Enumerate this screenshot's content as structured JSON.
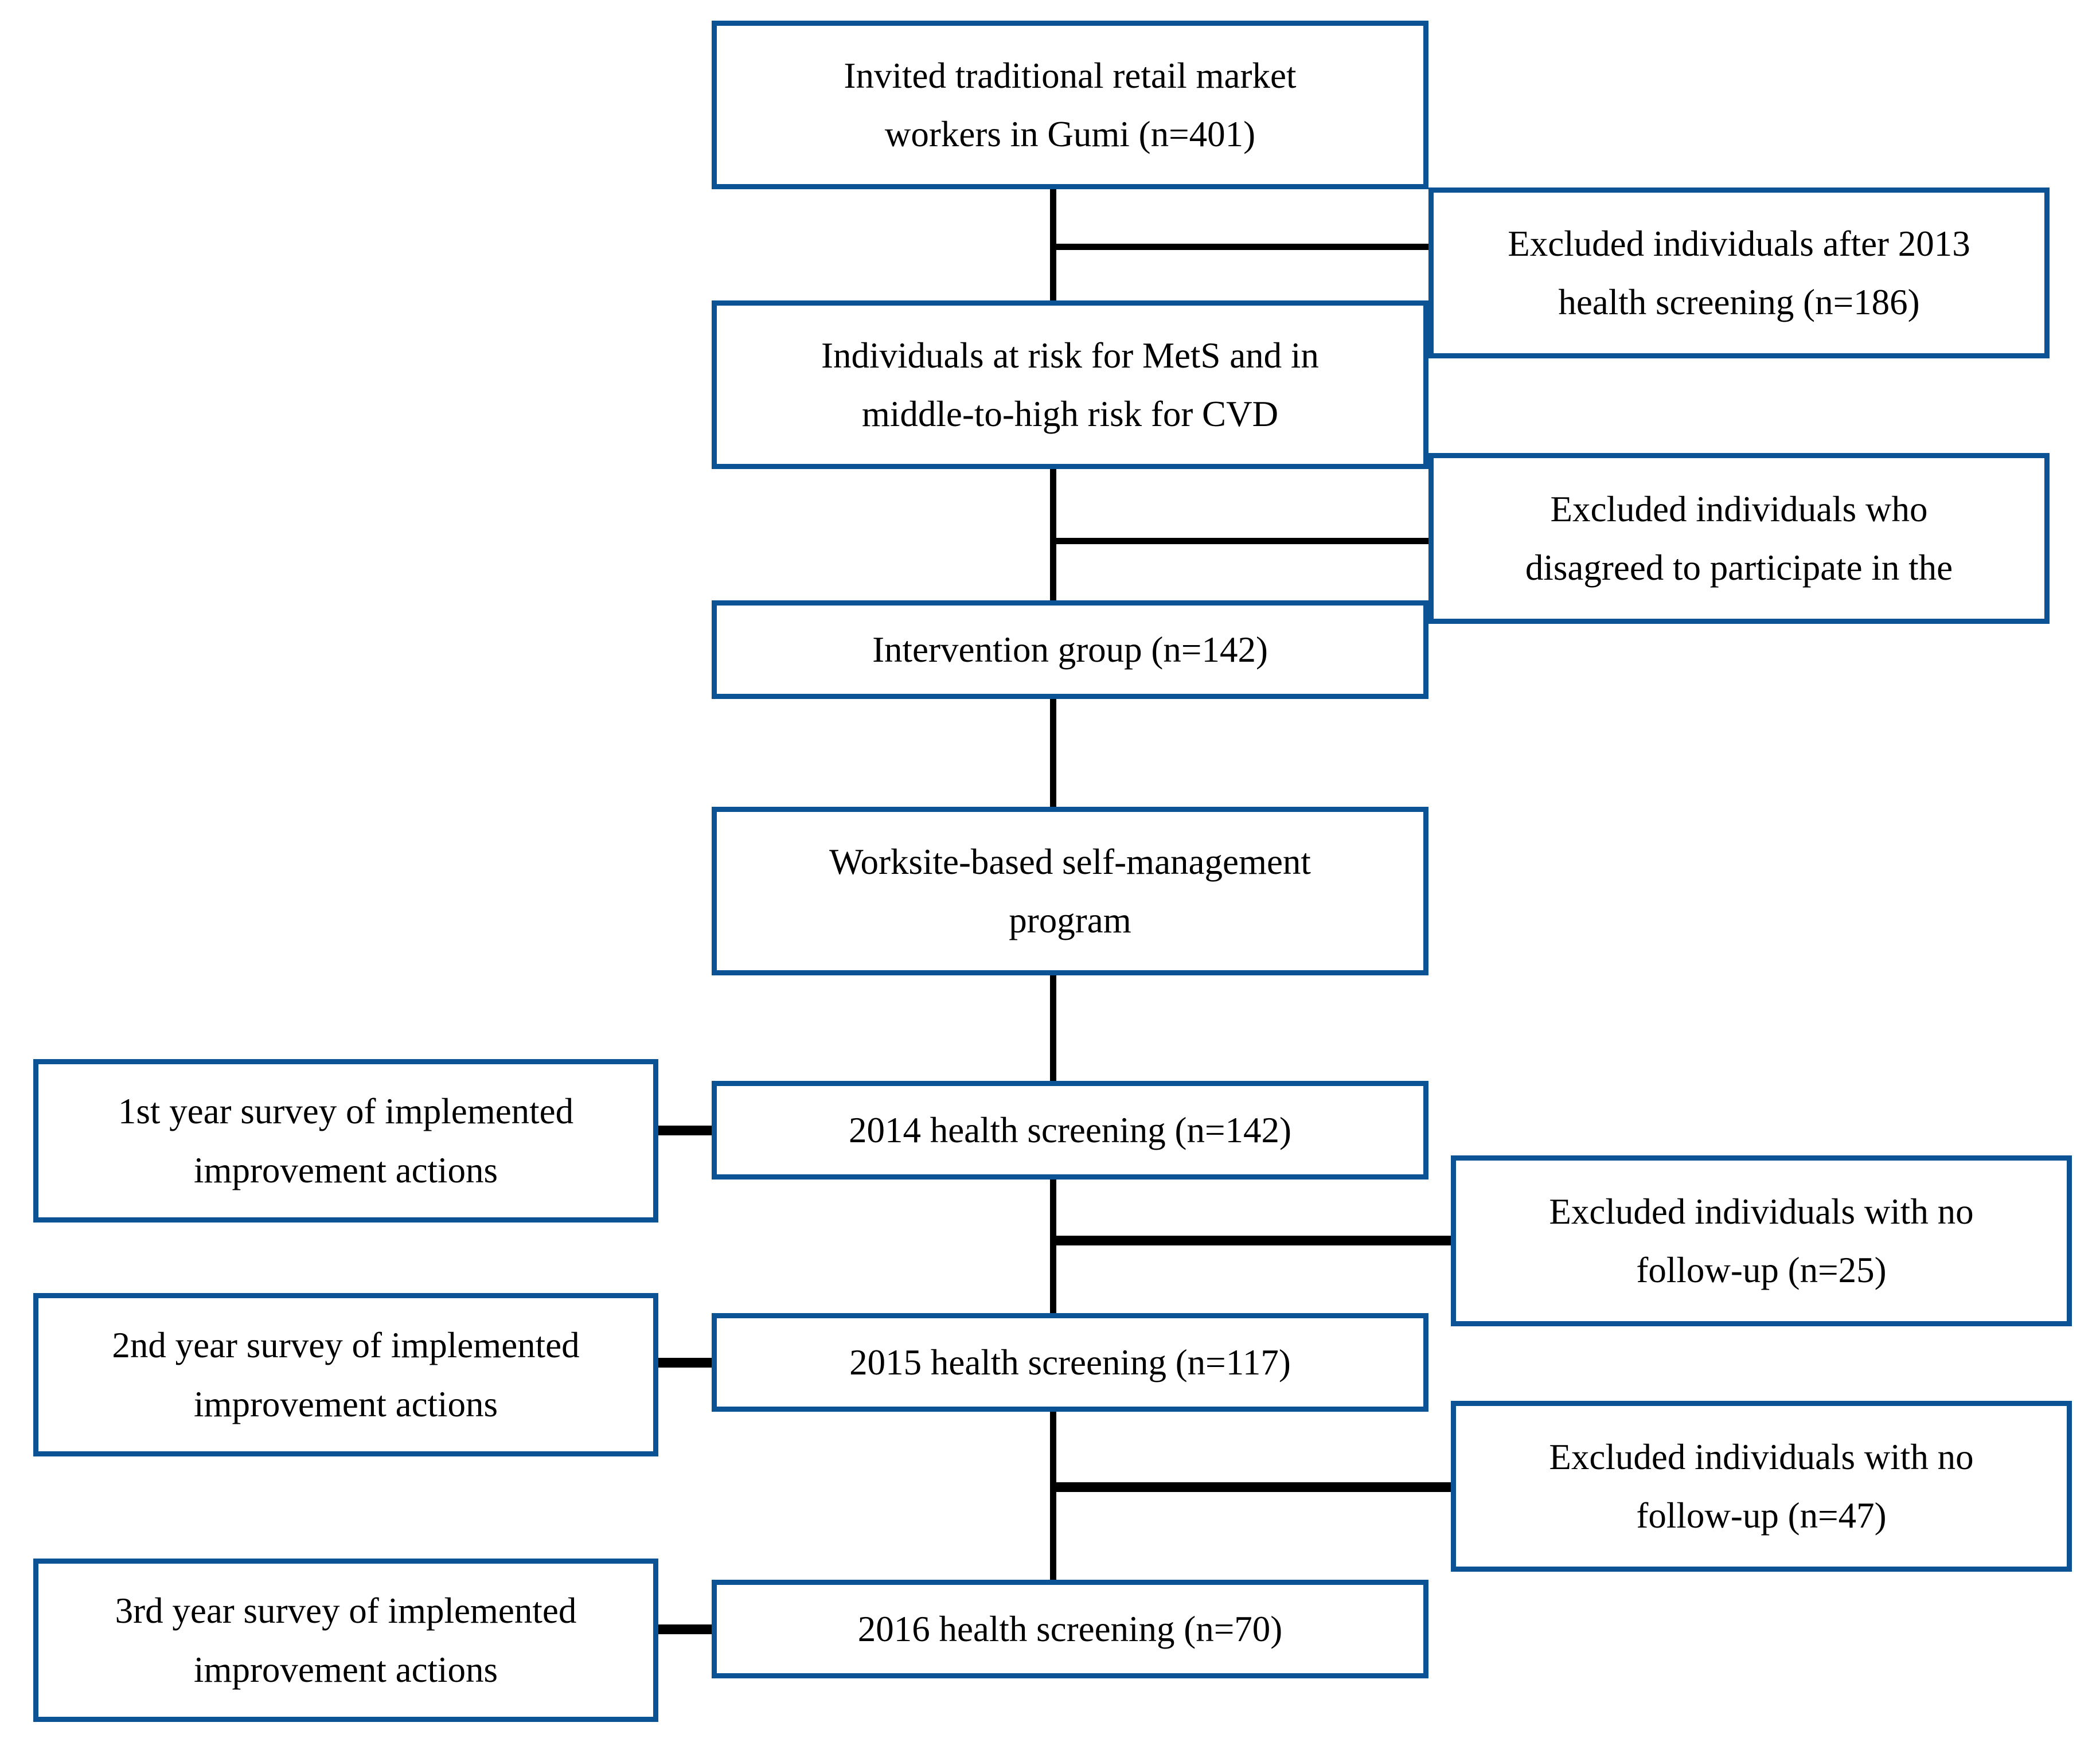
{
  "figure": {
    "type": "flowchart",
    "title": "Study participant flow diagram",
    "accent_color": "#0b5394",
    "connector_color": "#000000",
    "background_color": "#ffffff"
  },
  "nodes": {
    "invited": {
      "label": "Invited traditional retail market workers in Gumi (n=401)",
      "line1": "Invited traditional retail market",
      "line2": "workers in Gumi (n=401)",
      "n": 401
    },
    "at_risk": {
      "label": "Individuals at risk for MetS and in middle-to-high risk for CVD",
      "line1": "Individuals at risk for MetS and in",
      "line2": "middle-to-high risk for CVD"
    },
    "intervention": {
      "label": "Intervention group (n=142)",
      "n": 142
    },
    "program": {
      "label": "Worksite-based self-management program",
      "line1": "Worksite-based self-management",
      "line2": "program"
    },
    "screen2014": {
      "label": "2014 health screening (n=142)",
      "n": 142
    },
    "screen2015": {
      "label": "2015 health screening (n=117)",
      "n": 117
    },
    "screen2016": {
      "label": "2016 health screening (n=70)",
      "n": 70
    }
  },
  "exclusions": [
    {
      "id": "excl-2013",
      "label": "Excluded individuals after 2013 health screening (n=186)",
      "line1": "Excluded individuals after 2013",
      "line2": "health screening (n=186)",
      "n": 186
    },
    {
      "id": "excl-disagreed",
      "label": "Excluded individuals who disagreed to participate in the",
      "line1": "Excluded individuals who",
      "line2": "disagreed to participate in the"
    },
    {
      "id": "excl-followup-25",
      "label": "Excluded individuals with no follow-up (n=25)",
      "line1": "Excluded individuals with no",
      "line2": "follow-up (n=25)",
      "n": 25
    },
    {
      "id": "excl-followup-47",
      "label": "Excluded individuals with no follow-up (n=47)",
      "line1": "Excluded individuals with no",
      "line2": "follow-up (n=47)",
      "n": 47
    }
  ],
  "surveys": [
    {
      "id": "survey-year-1",
      "label": "1st year survey of implemented improvement actions",
      "line1": "1st year survey of implemented",
      "line2": "improvement actions"
    },
    {
      "id": "survey-year-2",
      "label": "2nd year survey of implemented improvement actions",
      "line1": "2nd year survey of implemented",
      "line2": "improvement actions"
    },
    {
      "id": "survey-year-3",
      "label": "3rd year survey of implemented improvement actions",
      "line1": "3rd year survey of implemented",
      "line2": "improvement actions"
    }
  ]
}
